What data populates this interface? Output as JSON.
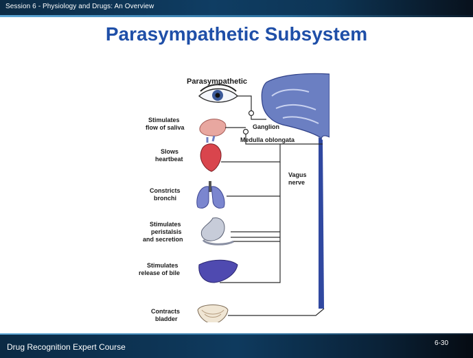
{
  "header": {
    "session_title": "Session 6 - Physiology and Drugs: An Overview"
  },
  "slide": {
    "title": "Parasympathetic Subsystem"
  },
  "diagram": {
    "heading": "Parasympathetic",
    "labels": {
      "saliva_1": "Stimulates",
      "saliva_2": "flow of saliva",
      "ganglion": "Ganglion",
      "medulla": "Medulla oblongata",
      "heart_1": "Slows",
      "heart_2": "heartbeat",
      "vagus_1": "Vagus",
      "vagus_2": "nerve",
      "bronchi_1": "Constricts",
      "bronchi_2": "bronchi",
      "perist_1": "Stimulates",
      "perist_2": "peristalsis",
      "perist_3": "and secretion",
      "bile_1": "Stimulates",
      "bile_2": "release of bile",
      "bladder_1": "Contracts",
      "bladder_2": "bladder"
    }
  },
  "footer": {
    "course": "Drug Recognition Expert Course",
    "page": "6-30"
  }
}
